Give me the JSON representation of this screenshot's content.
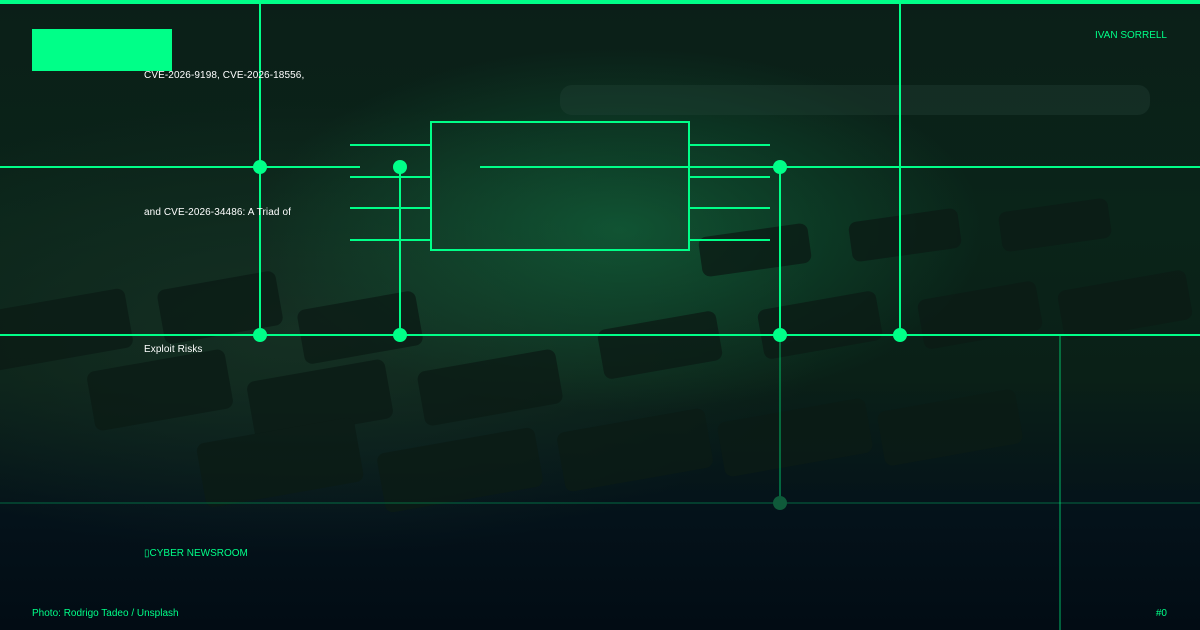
{
  "author": "IVAN SORRELL",
  "headline": {
    "line_1": "CVE-2026-9198, CVE-2026-18556,",
    "line_2": "and CVE-2026-34486: A Triad of",
    "line_3": "Exploit Risks"
  },
  "section_tag": "▯CYBER NEWSROOM",
  "photo_credit": "Photo: Rodrigo Tadeo / Unsplash",
  "issue_number": "#0",
  "colors": {
    "accent": "#00ff88",
    "background": "#0a2017",
    "text": "#ffffff"
  }
}
